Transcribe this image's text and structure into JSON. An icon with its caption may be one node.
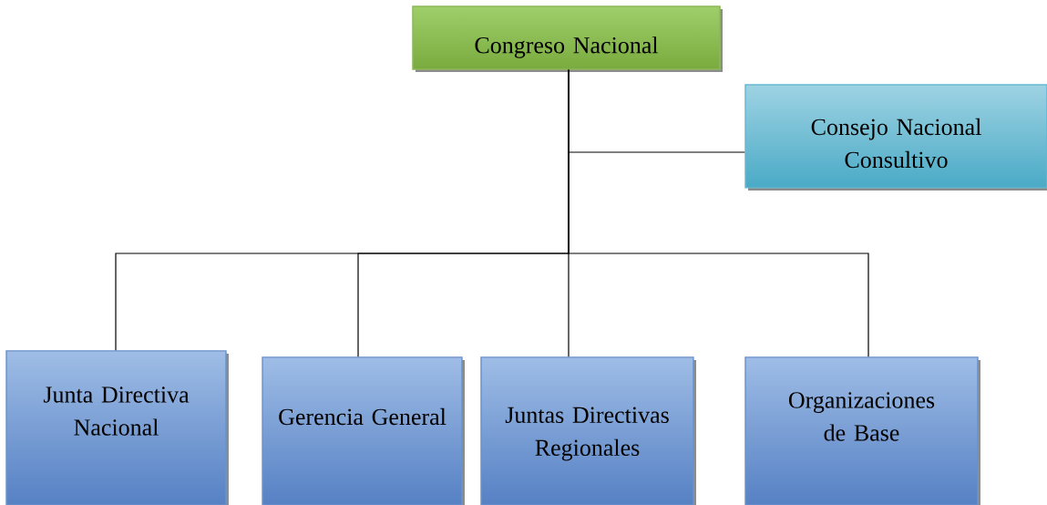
{
  "diagram": {
    "nodes": [
      {
        "text": [
          "Congreso Nacional"
        ]
      },
      {
        "text": [
          "Consejo Nacional Consultivo"
        ]
      },
      {
        "text": [
          "Junta Directiva Nacional"
        ]
      },
      {
        "text": [
          "Gerencia General"
        ]
      },
      {
        "text": [
          "Juntas Directivas Regionales"
        ]
      },
      {
        "text": [
          "Organizaciones de Base"
        ]
      }
    ],
    "edges": [
      {
        "from": 0,
        "to": 1,
        "arrow": "none"
      },
      {
        "from": 0,
        "to": 2,
        "arrow": "none"
      },
      {
        "from": 0,
        "to": 3,
        "arrow": "none"
      },
      {
        "from": 0,
        "to": 4,
        "arrow": "none"
      },
      {
        "from": 0,
        "to": 5,
        "arrow": "none"
      }
    ]
  }
}
